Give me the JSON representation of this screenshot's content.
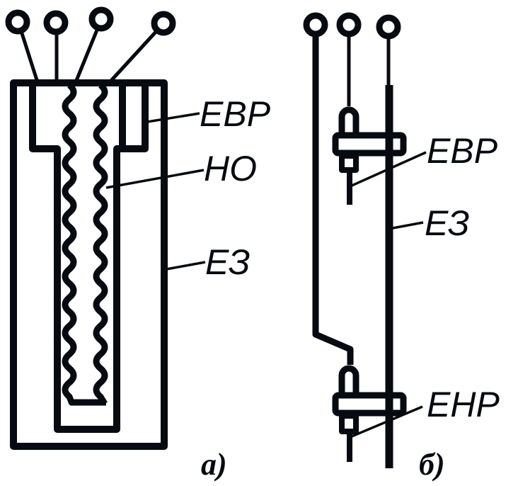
{
  "diagram": {
    "title": "Electrode configurations",
    "colors": {
      "ink": "#070a10",
      "background": "#ffffff"
    },
    "panel_a": {
      "caption": "а)",
      "labels": {
        "upper_electrode": "ЕВР",
        "heater": "НО",
        "ground_electrode": "ЕЗ"
      },
      "terminal_count": 4
    },
    "panel_b": {
      "caption": "б)",
      "labels": {
        "upper_electrode": "ЕВР",
        "ground_electrode": "ЕЗ",
        "lower_electrode": "ЕНР"
      },
      "terminal_count": 3
    }
  }
}
